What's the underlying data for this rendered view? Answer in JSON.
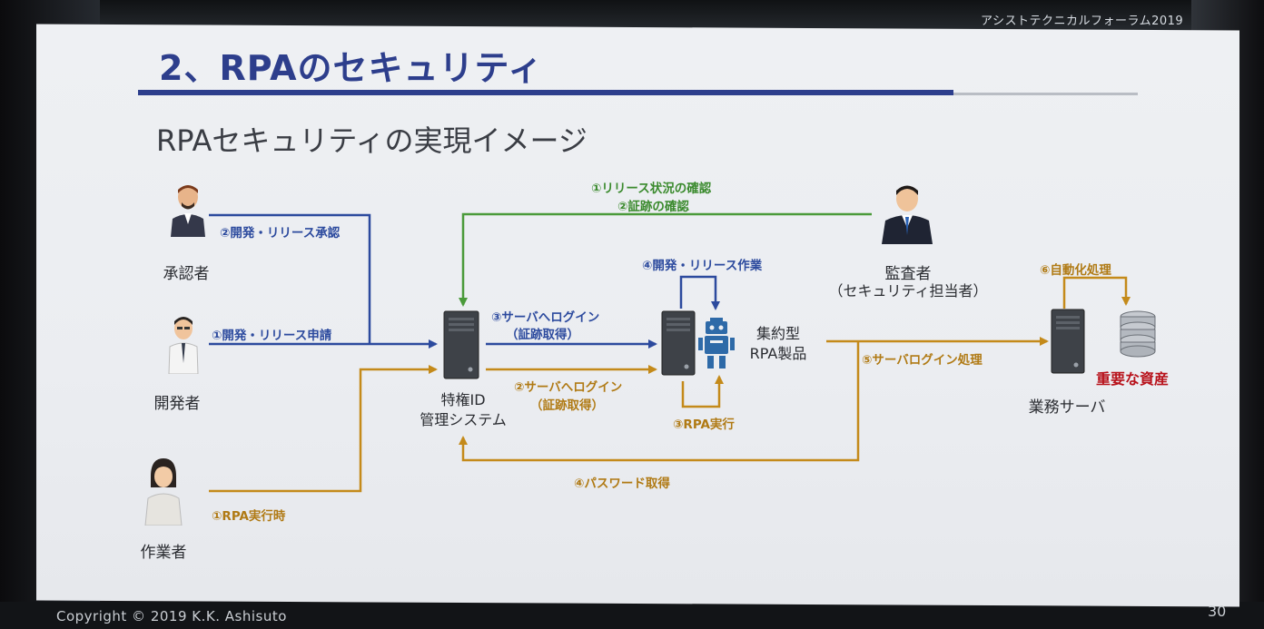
{
  "header": {
    "event": "アシストテクニカルフォーラム2019"
  },
  "slide": {
    "title": "2、RPAのセキュリティ",
    "subtitle": "RPAセキュリティの実現イメージ"
  },
  "actors": {
    "approver": "承認者",
    "developer": "開発者",
    "operator": "作業者",
    "auditor_line1": "監査者",
    "auditor_line2": "（セキュリティ担当者）"
  },
  "systems": {
    "priv_id_line1": "特権ID",
    "priv_id_line2": "管理システム",
    "rpa_line1": "集約型",
    "rpa_line2": "RPA製品",
    "business_server": "業務サーバ",
    "critical_asset": "重要な資産"
  },
  "flows": {
    "approval": "②開発・リリース承認",
    "apply": "①開発・リリース申請",
    "rpa_run_time": "①RPA実行時",
    "release_check": "①リリース状況の確認",
    "evidence_check": "②証跡の確認",
    "login_blue_1": "③サーバへログイン",
    "login_blue_2": "（証跡取得）",
    "login_orange_1": "②サーバへログイン",
    "login_orange_2": "（証跡取得）",
    "dev_release_work": "④開発・リリース作業",
    "rpa_exec": "③RPA実行",
    "server_login_process": "⑤サーバログイン処理",
    "auto_process": "⑥自動化処理",
    "password_get": "④パスワード取得"
  },
  "colors": {
    "blue": "#2c4a9e",
    "orange": "#c48a1a",
    "green": "#4a9a3a",
    "red": "#b8121b"
  },
  "footer": {
    "copyright": "Copyright © 2019  K.K.  Ashisuto",
    "page": "30"
  }
}
